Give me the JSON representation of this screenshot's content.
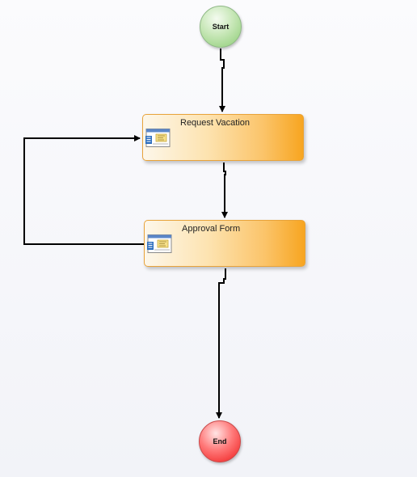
{
  "workflow": {
    "start": {
      "label": "Start",
      "color": "#8ccc74"
    },
    "end": {
      "label": "End",
      "color": "#ee1a1a"
    },
    "activities": [
      {
        "label": "Request Vacation",
        "icon": "form-icon",
        "color": "#f7a520"
      },
      {
        "label": "Approval Form",
        "icon": "form-icon",
        "color": "#f7a520"
      }
    ],
    "connector_color": "#000000"
  }
}
